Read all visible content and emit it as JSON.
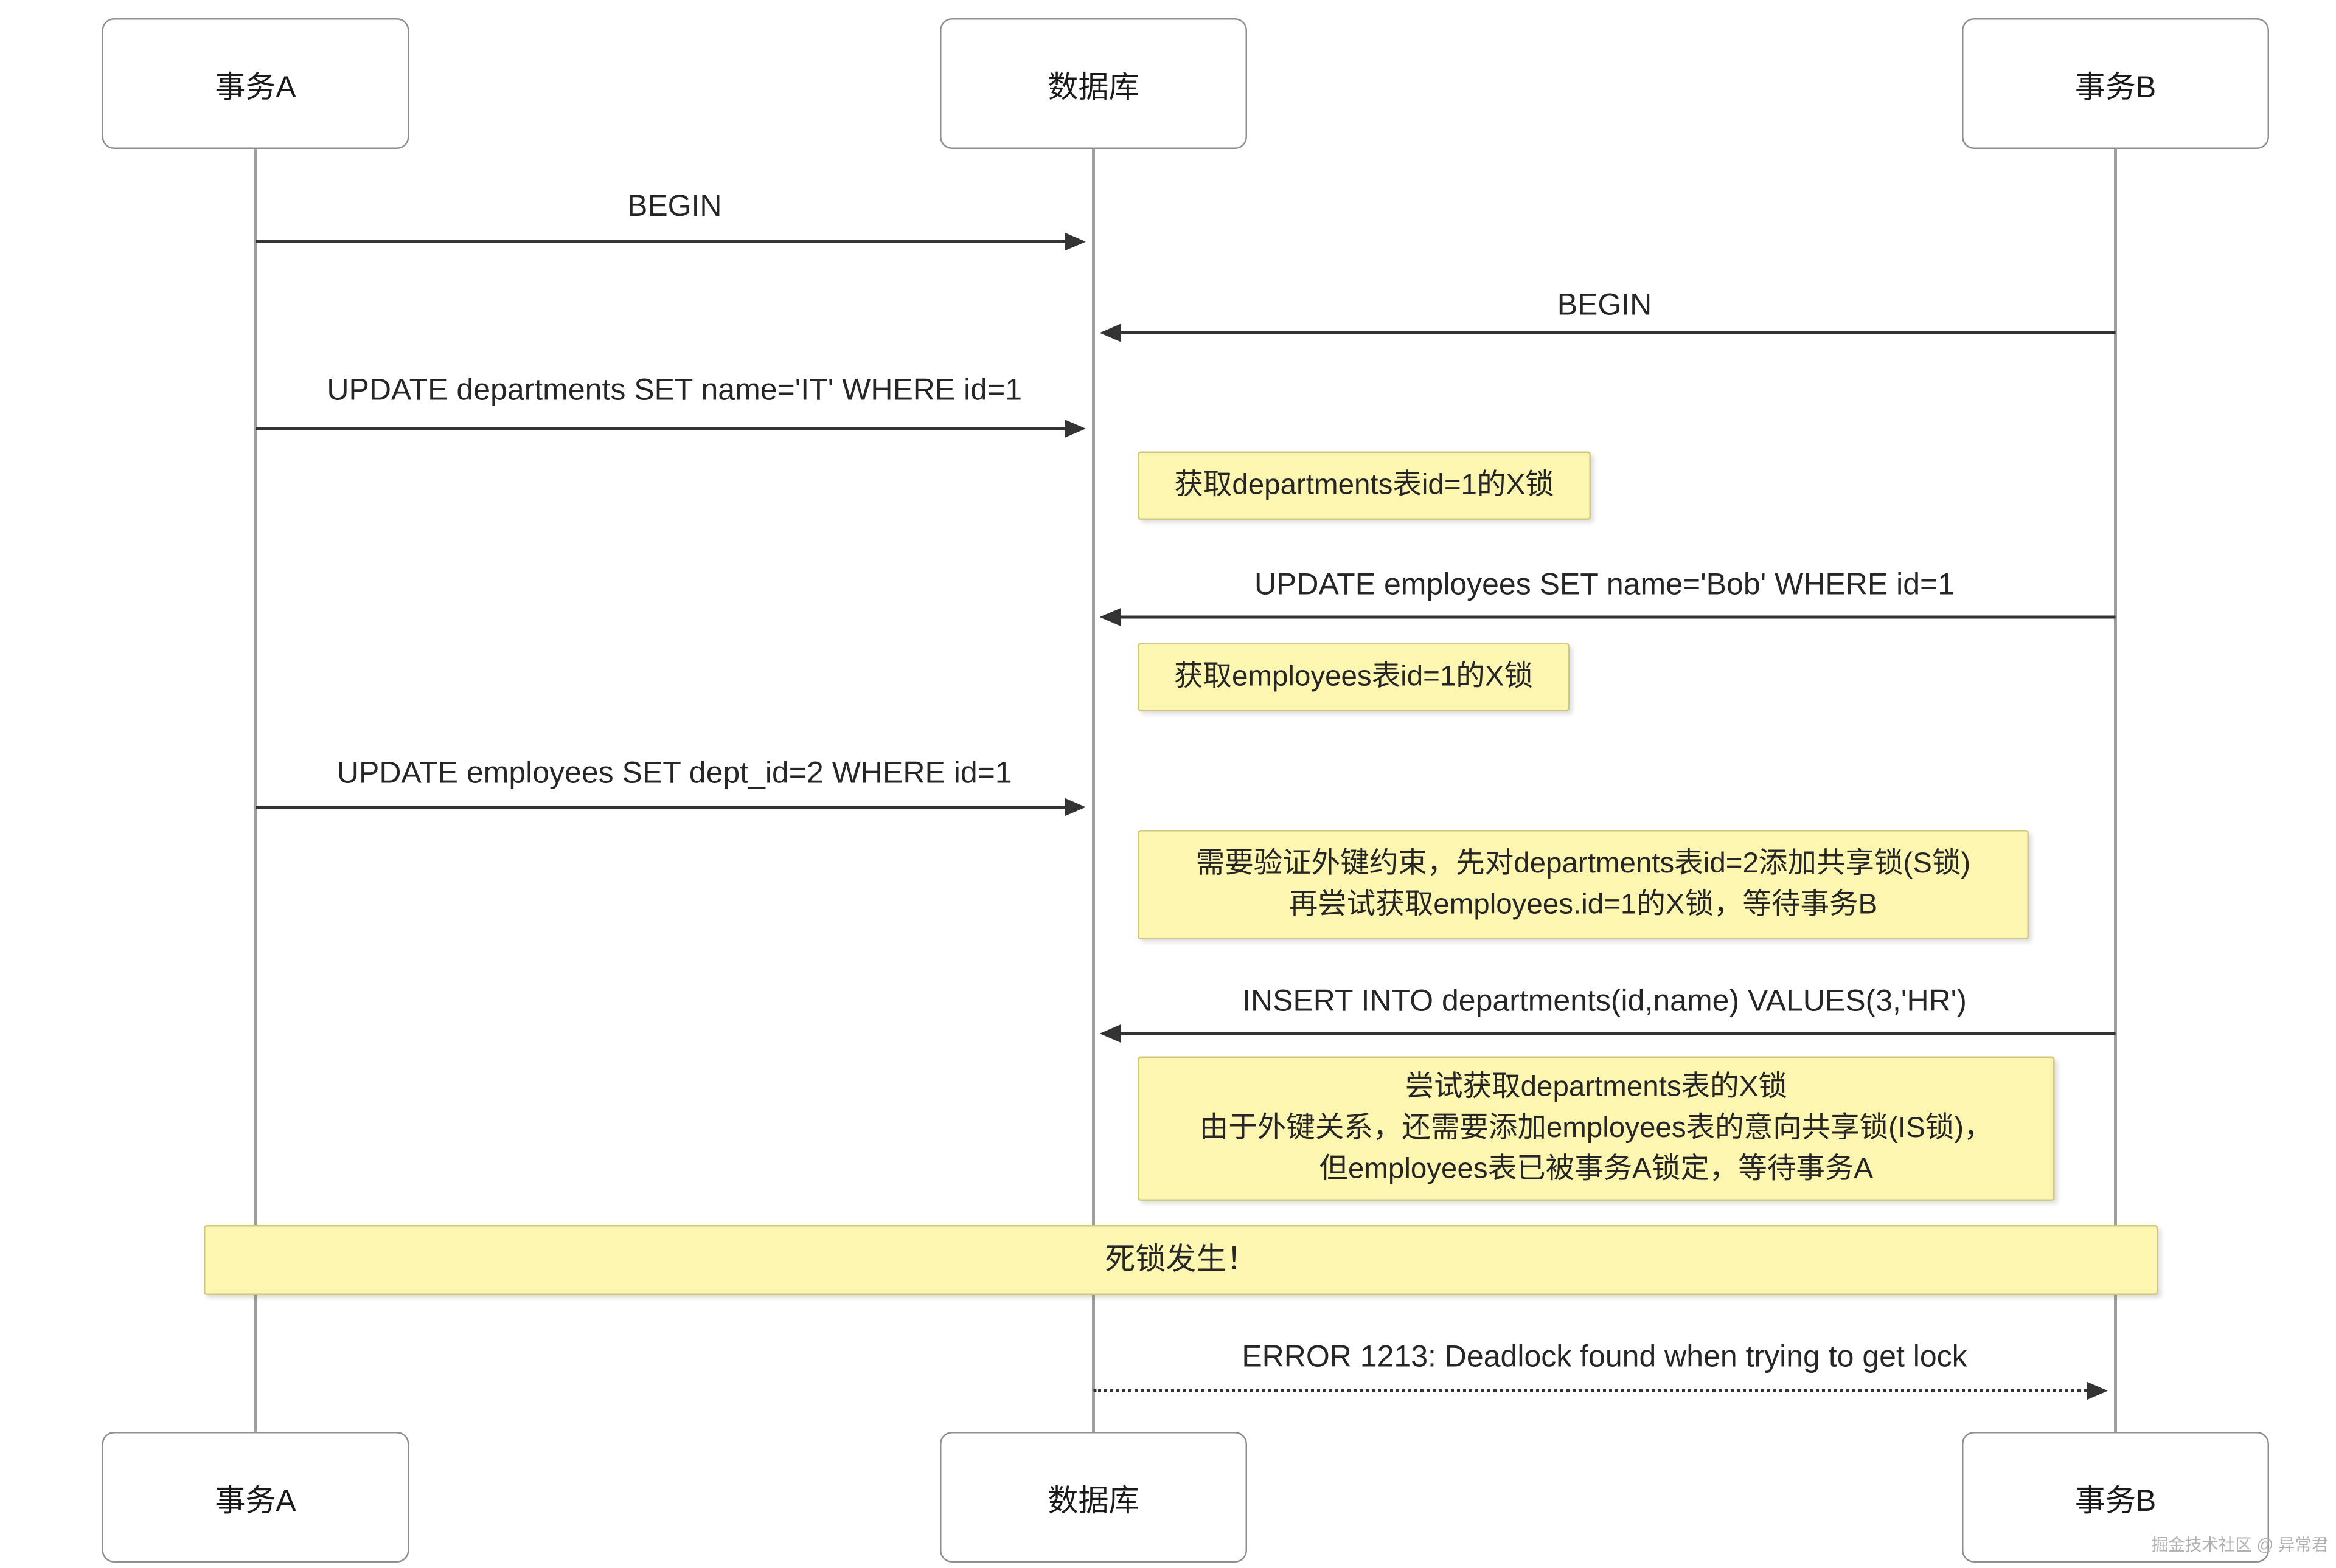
{
  "actors": [
    {
      "label": "事务A"
    },
    {
      "label": "数据库"
    },
    {
      "label": "事务B"
    }
  ],
  "messages": [
    {
      "label": "BEGIN",
      "from": "事务A",
      "to": "数据库",
      "style": "solid"
    },
    {
      "label": "BEGIN",
      "from": "事务B",
      "to": "数据库",
      "style": "solid"
    },
    {
      "label": "UPDATE departments SET name='IT' WHERE id=1",
      "from": "事务A",
      "to": "数据库",
      "style": "solid"
    },
    {
      "label": "UPDATE employees SET name='Bob' WHERE id=1",
      "from": "事务B",
      "to": "数据库",
      "style": "solid"
    },
    {
      "label": "UPDATE employees SET dept_id=2 WHERE id=1",
      "from": "事务A",
      "to": "数据库",
      "style": "solid"
    },
    {
      "label": "INSERT INTO departments(id,name) VALUES(3,'HR')",
      "from": "事务B",
      "to": "数据库",
      "style": "solid"
    },
    {
      "label": "ERROR 1213: Deadlock found when trying to get lock",
      "from": "数据库",
      "to": "事务B",
      "style": "dotted"
    }
  ],
  "notes": [
    {
      "lines": [
        "获取departments表id=1的X锁"
      ]
    },
    {
      "lines": [
        "获取employees表id=1的X锁"
      ]
    },
    {
      "lines": [
        "需要验证外键约束，先对departments表id=2添加共享锁(S锁)",
        "再尝试获取employees.id=1的X锁，等待事务B"
      ]
    },
    {
      "lines": [
        "尝试获取departments表的X锁",
        "由于外键关系，还需要添加employees表的意向共享锁(IS锁)，",
        "但employees表已被事务A锁定，等待事务A"
      ]
    },
    {
      "lines": [
        "死锁发生！"
      ]
    }
  ],
  "watermark": "掘金技术社区 @ 异常君",
  "colors": {
    "note_bg": "#FCF6B1",
    "note_border": "#CFC77C",
    "arrow": "#333333",
    "lifeline": "#9E9E9E",
    "actor_border": "#8F8F8F"
  }
}
